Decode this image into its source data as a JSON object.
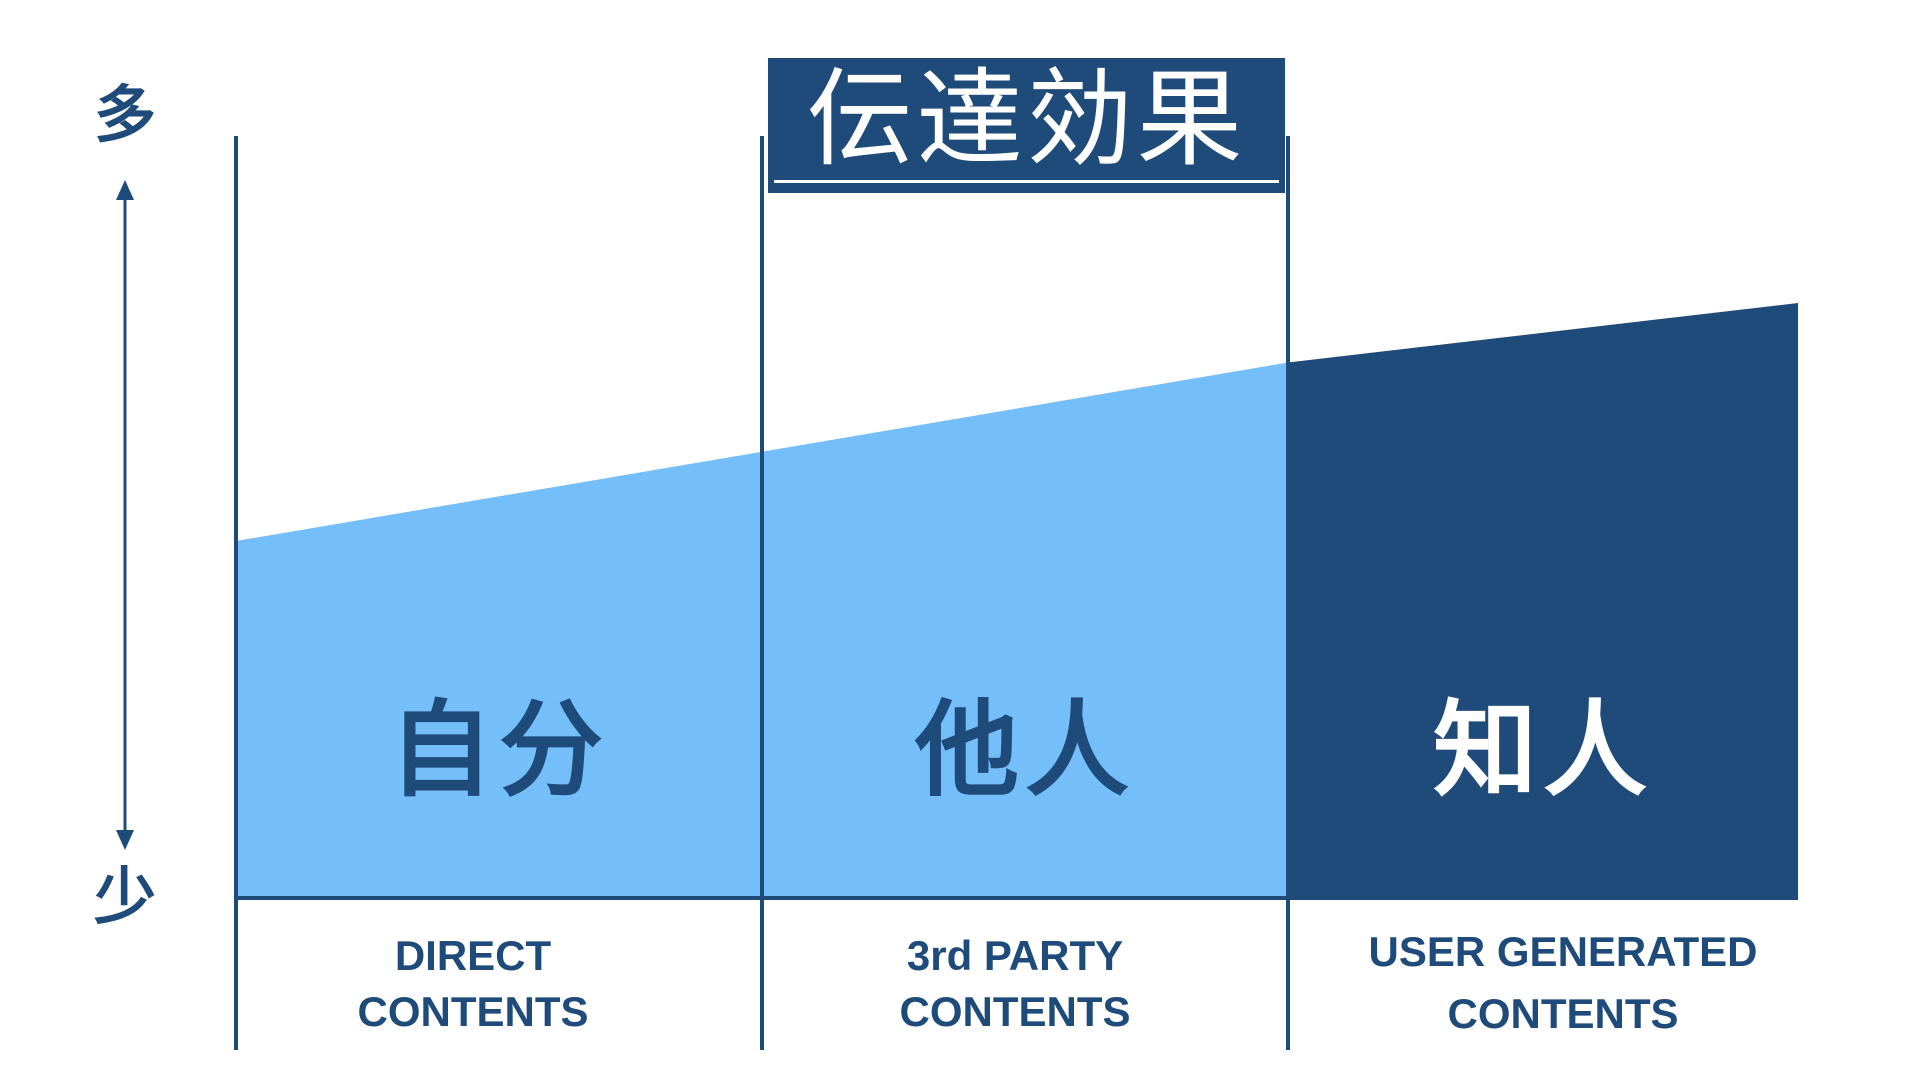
{
  "title": "伝達効果",
  "axis": {
    "top_label": "多",
    "bottom_label": "少"
  },
  "segments": [
    {
      "name": "自分",
      "category_line1": "DIRECT",
      "category_line2": "CONTENTS"
    },
    {
      "name": "他人",
      "category_line1": "3rd PARTY",
      "category_line2": "CONTENTS"
    },
    {
      "name": "知人",
      "category_line1": "USER GENERATED",
      "category_line2": "CONTENTS"
    }
  ],
  "colors": {
    "dark_blue": "#1f4b7b",
    "light_blue": "#74befa",
    "white": "#ffffff",
    "background": "#ffffff"
  },
  "effect_levels": [
    0.6,
    0.75,
    0.9,
    1.0
  ]
}
